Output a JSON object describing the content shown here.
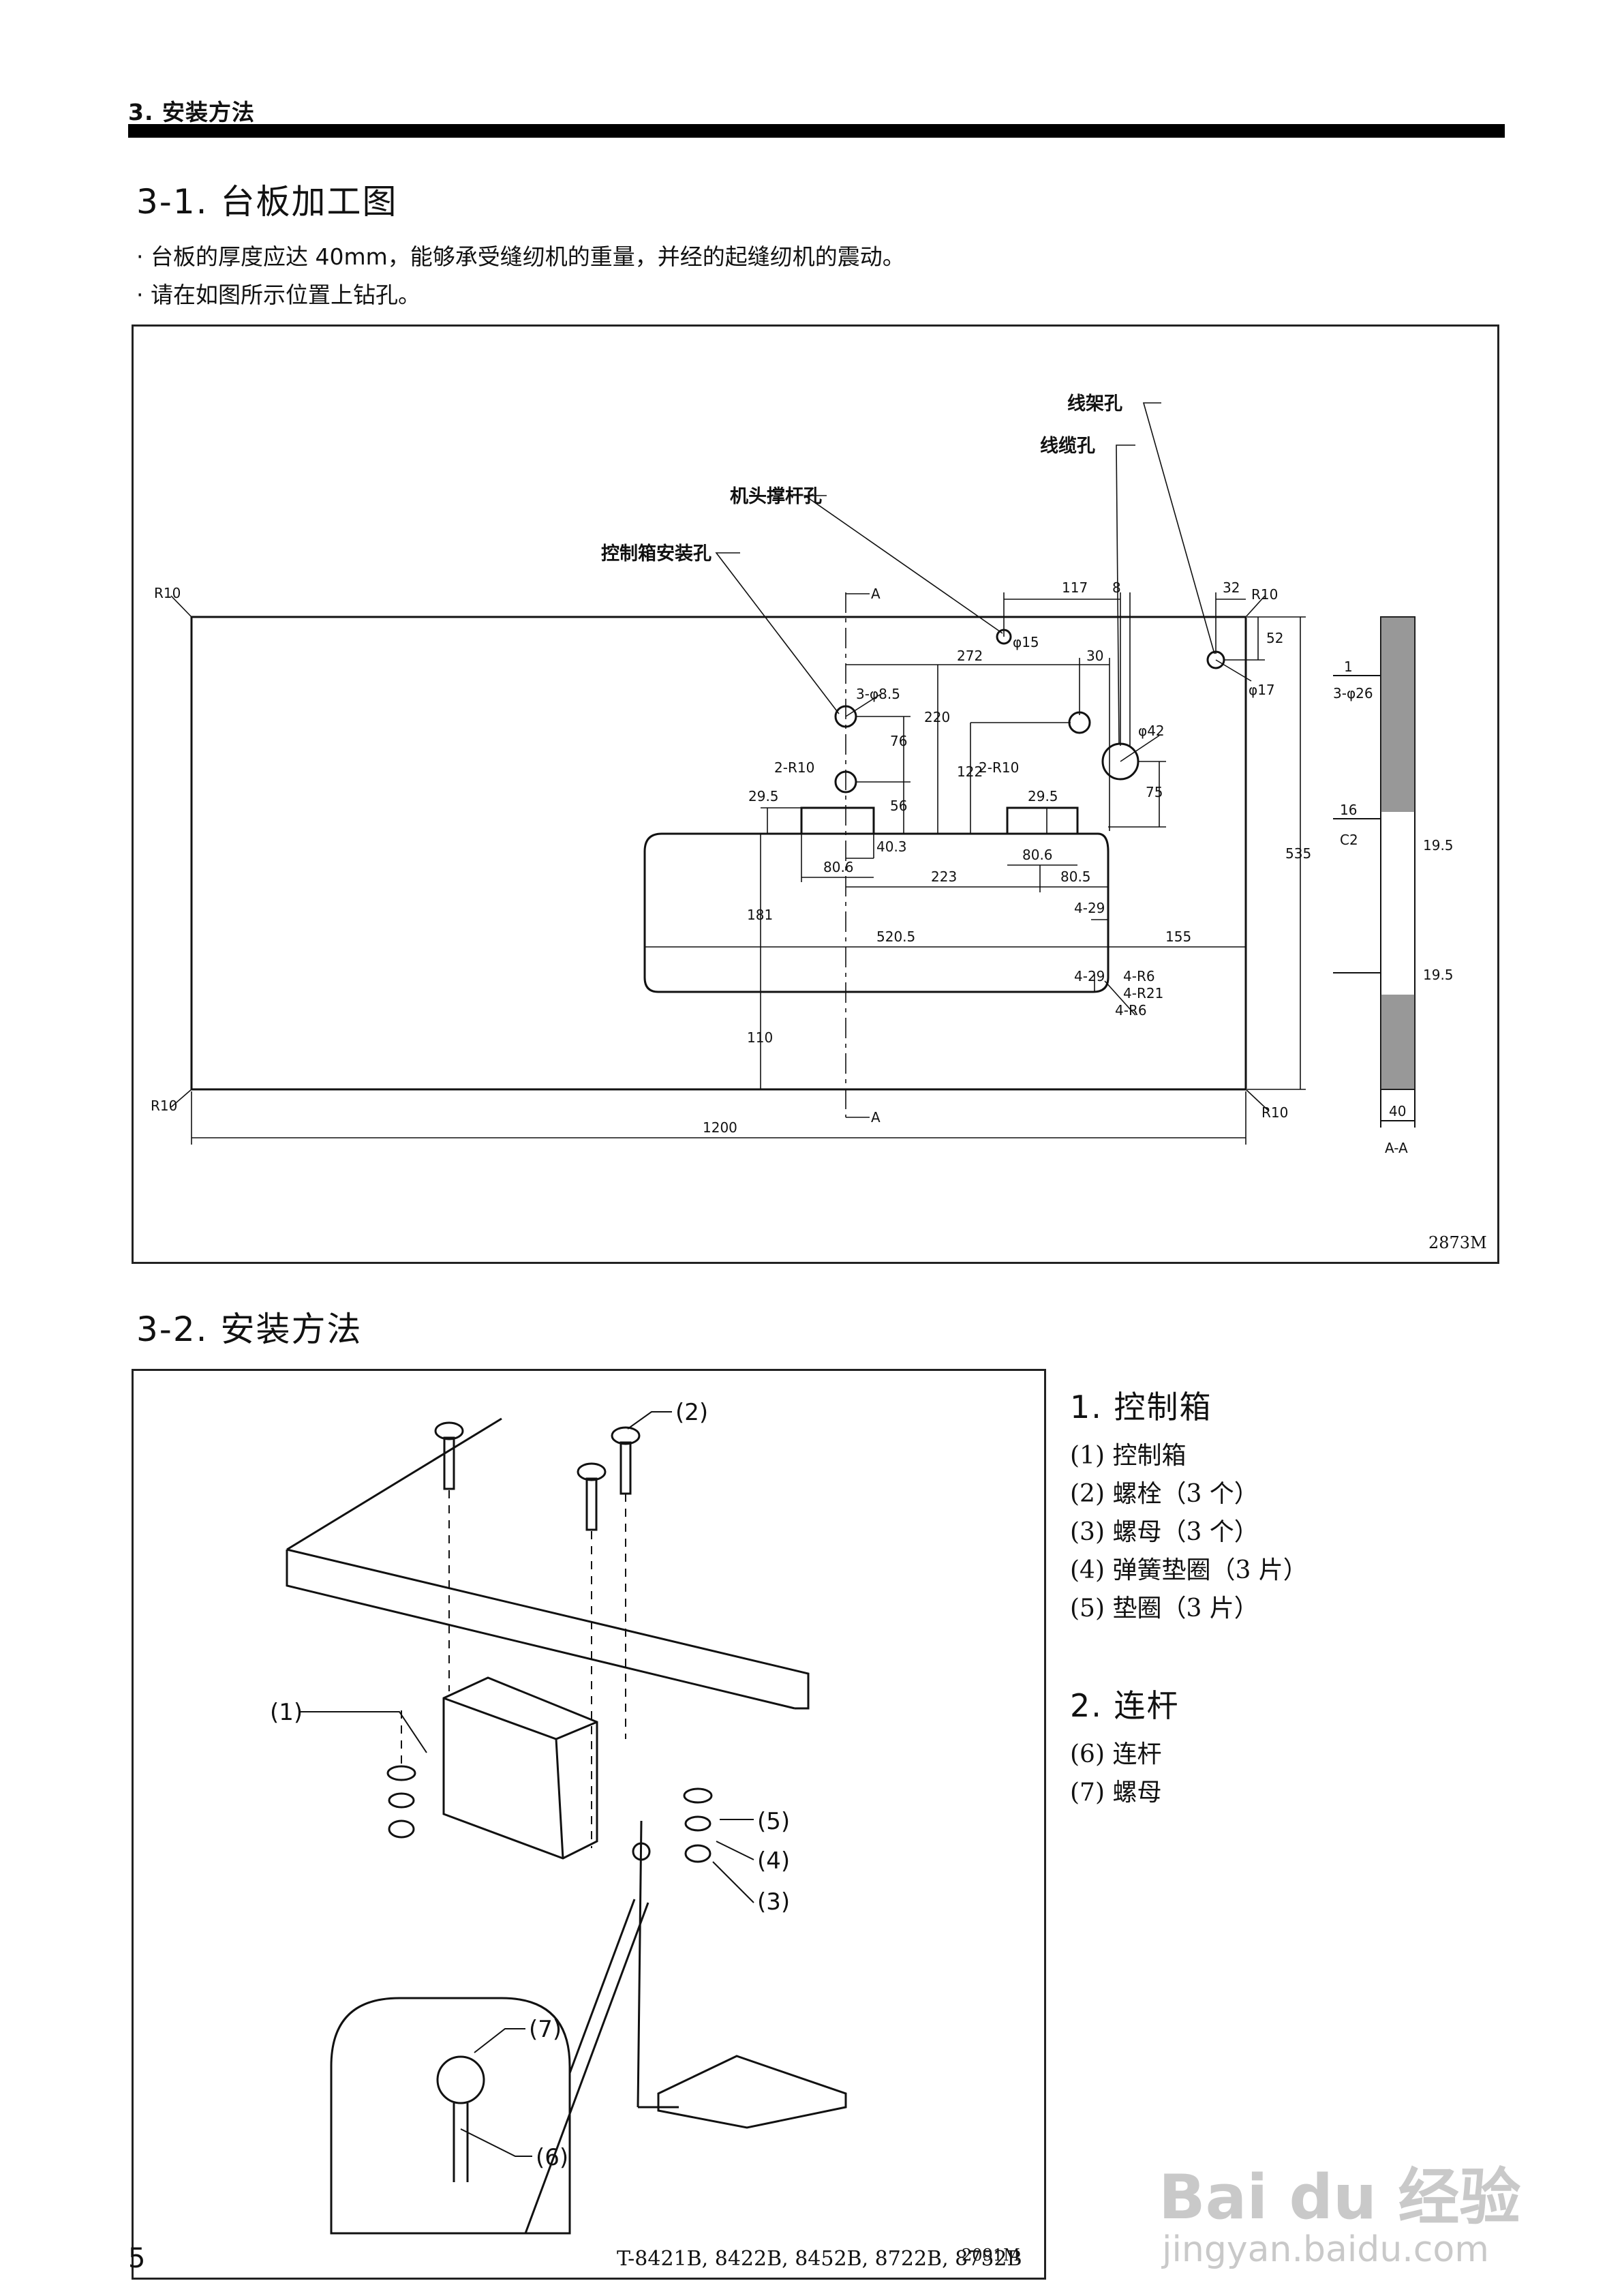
{
  "header": {
    "section": "3. 安装方法"
  },
  "section1": {
    "title": "3-1. 台板加工图",
    "bullets": [
      "· 台板的厚度应达 40mm，能够承受缝纫机的重量，并经的起缝纫机的震动。",
      "· 请在如图所示位置上钻孔。"
    ],
    "figure_code": "2873M",
    "callouts": {
      "thread_stand_hole": "线架孔",
      "cable_hole": "线缆孔",
      "head_support_hole": "机头撑杆孔",
      "control_box_hole": "控制箱安装孔"
    },
    "dims": {
      "d117": "117",
      "d8": "8",
      "d32": "32",
      "r10_tr": "R10",
      "d272": "272",
      "d30": "30",
      "d52": "52",
      "phi15": "φ15",
      "phi17": "φ17",
      "phi85": "3-φ8.5",
      "phi42": "φ42",
      "d220": "220",
      "d76": "76",
      "d122": "122",
      "d56": "56",
      "d75": "75",
      "d295a": "29.5",
      "d295b": "29.5",
      "r2a": "2-R10",
      "r2b": "2-R10",
      "d403": "40.3",
      "d806a": "80.6",
      "d806b": "80.6",
      "d223": "223",
      "d805": "80.5",
      "d181": "181",
      "d429a": "4-29",
      "d5205": "520.5",
      "d155": "155",
      "d429b": "4-29",
      "r46": "4-R6",
      "r421": "4-R21",
      "r46b": "4-R6",
      "d110": "110",
      "d535": "535",
      "d1200": "1200",
      "r10_tl": "R10",
      "r10_bl": "R10",
      "r10_br": "R10",
      "cut_a_top": "A",
      "cut_a_bot": "A"
    },
    "section_view": {
      "d1": "1",
      "holes": "3-φ26",
      "d16": "16",
      "c2": "C2",
      "d195a": "19.5",
      "d195b": "19.5",
      "d40": "40",
      "label": "A-A"
    }
  },
  "section2": {
    "title": "3-2. 安装方法",
    "figure_code": "2091M",
    "callout_labels": [
      "(1)",
      "(2)",
      "(3)",
      "(4)",
      "(5)",
      "(6)",
      "(7)"
    ],
    "group1": {
      "title": "1. 控制箱",
      "items": [
        "(1) 控制箱",
        "(2) 螺栓（3 个）",
        "(3) 螺母（3 个）",
        "(4) 弹簧垫圈（3 片）",
        "(5) 垫圈（3 片）"
      ]
    },
    "group2": {
      "title": "2. 连杆",
      "items": [
        "(6) 连杆",
        "(7) 螺母"
      ]
    }
  },
  "footer": {
    "page": "5",
    "models": "T-8421B, 8422B, 8452B, 8722B, 8752B"
  },
  "watermark": {
    "brand": "Bai du 经验",
    "url": "jingyan.baidu.com"
  }
}
